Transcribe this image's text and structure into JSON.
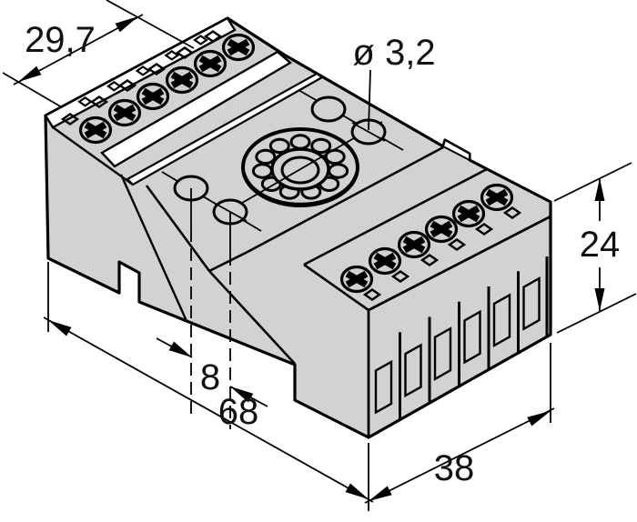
{
  "description": "Isometric technical dimension drawing of a screw-terminal relay socket",
  "unit_style": "comma decimal (mm)",
  "labels": {
    "dim_terminal_strip": "29,7",
    "dim_hole_diameter": "ø 3,2",
    "dim_height": "24",
    "dim_hole_spacing": "8",
    "dim_length": "68",
    "dim_width": "38"
  },
  "features": {
    "back_terminal_screws": 6,
    "front_terminal_screws": 6,
    "socket_ring_holes": 11,
    "marked_mounting_holes": 4,
    "front_fins": 6
  },
  "colors": {
    "body_fill": "#d2d2d2",
    "line": "#000000",
    "label_band": "#ffffff",
    "background": "#ffffff"
  }
}
